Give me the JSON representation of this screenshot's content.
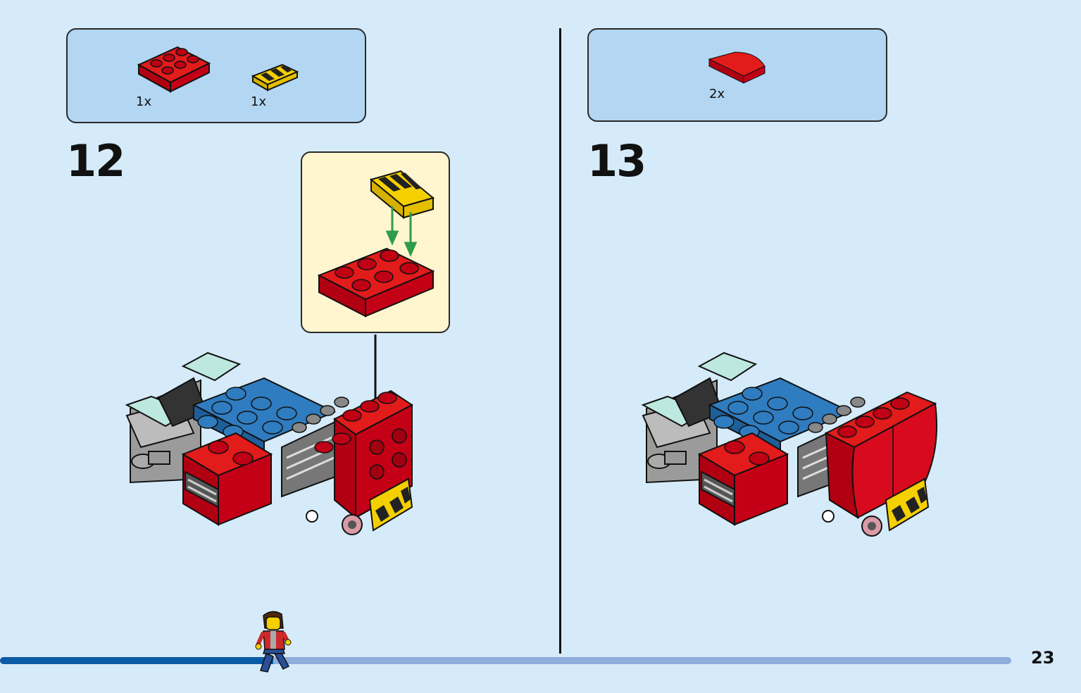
{
  "steps": [
    {
      "number": "12",
      "parts": [
        {
          "name": "red-plate-2x3",
          "qty": "1x",
          "color": "#d0021b"
        },
        {
          "name": "yellow-striped-tile-1x2",
          "qty": "1x",
          "color": "#f5d000"
        }
      ]
    },
    {
      "number": "13",
      "parts": [
        {
          "name": "red-curved-slope",
          "qty": "2x",
          "color": "#d0021b"
        }
      ]
    }
  ],
  "page": {
    "number": "23"
  },
  "progress": {
    "fraction": 0.27
  },
  "colors": {
    "background": "#d6ebf9",
    "parts_box": "#b3d6f3",
    "callout": "#fff6cf",
    "red": "#d0021b",
    "blue": "#2f7cc0",
    "yellow": "#f5d000",
    "green_arrow": "#2e9c4a",
    "progress_fill": "#0a5aa6",
    "progress_track": "#8eacdc"
  }
}
